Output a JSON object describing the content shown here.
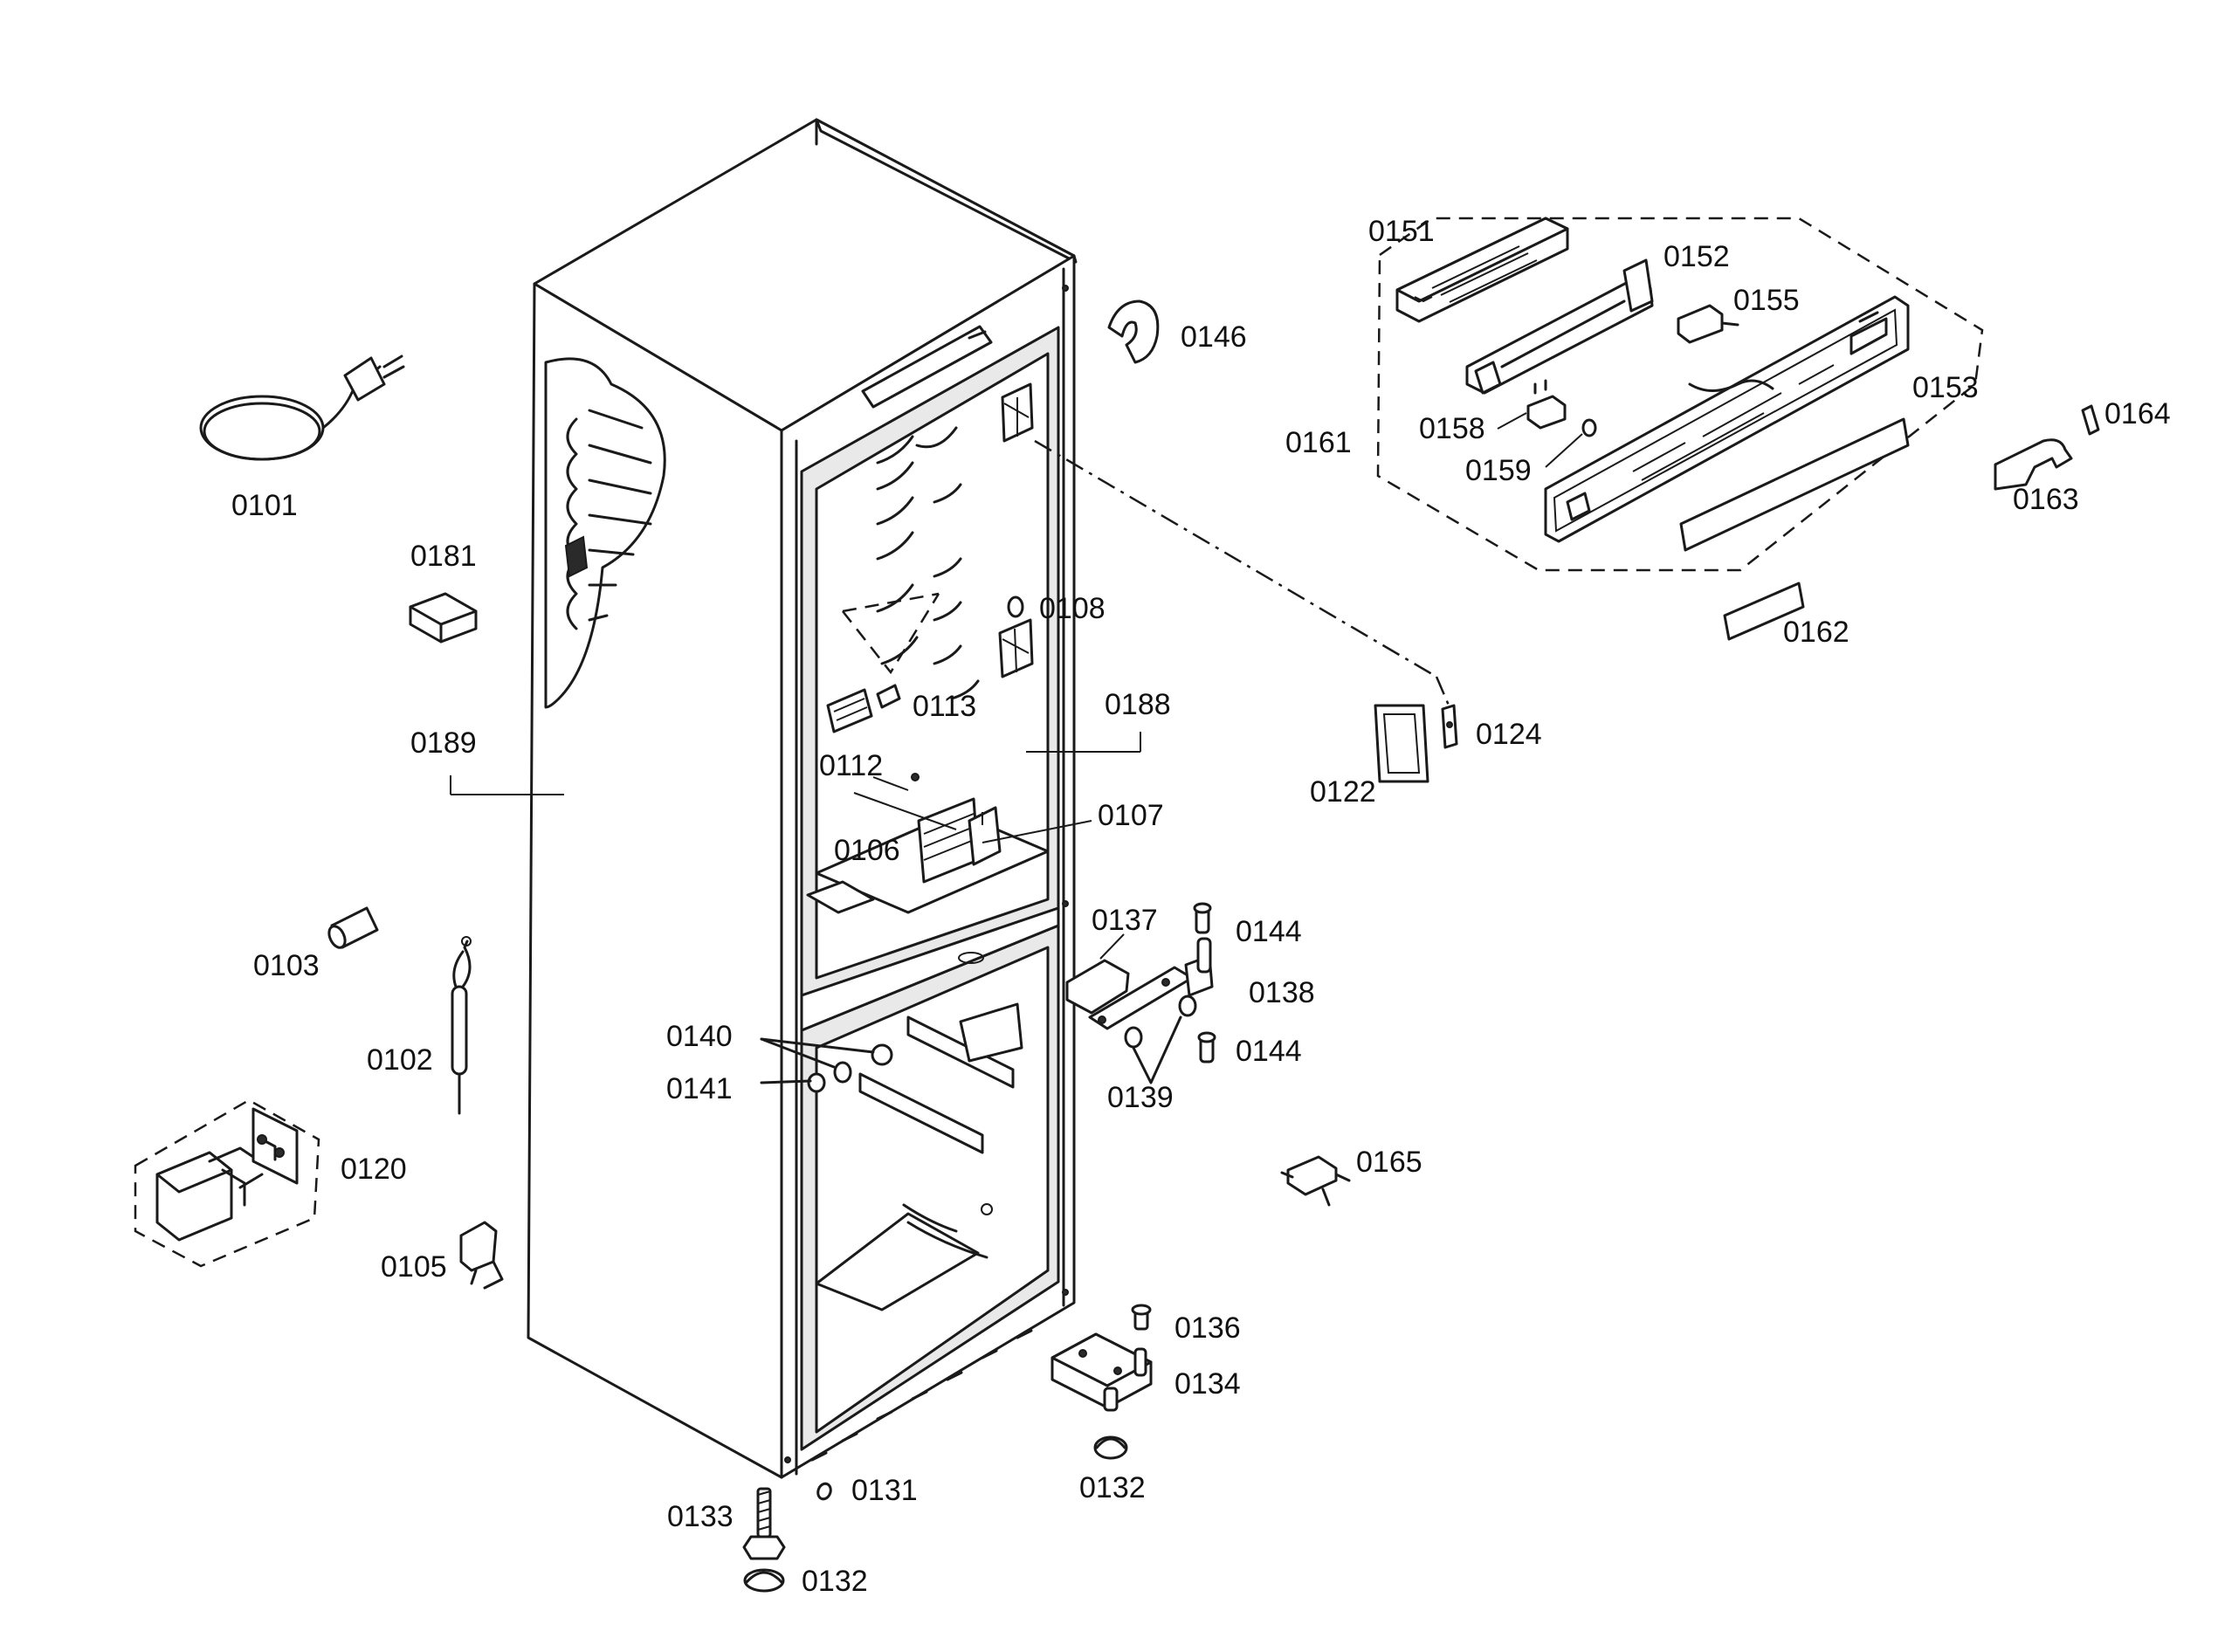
{
  "labels": {
    "p0101": "0101",
    "p0102": "0102",
    "p0103": "0103",
    "p0105": "0105",
    "p0106": "0106",
    "p0107": "0107",
    "p0108": "0108",
    "p0112": "0112",
    "p0113": "0113",
    "p0120": "0120",
    "p0122": "0122",
    "p0124": "0124",
    "p0131": "0131",
    "p0132a": "0132",
    "p0132b": "0132",
    "p0133": "0133",
    "p0134": "0134",
    "p0136": "0136",
    "p0137": "0137",
    "p0138": "0138",
    "p0139": "0139",
    "p0140": "0140",
    "p0141": "0141",
    "p0144a": "0144",
    "p0144b": "0144",
    "p0146": "0146",
    "p0151": "0151",
    "p0152": "0152",
    "p0153": "0153",
    "p0155": "0155",
    "p0158": "0158",
    "p0159": "0159",
    "p0161": "0161",
    "p0162": "0162",
    "p0163": "0163",
    "p0164": "0164",
    "p0165": "0165",
    "p0181": "0181",
    "p0188": "0188",
    "p0189": "0189"
  }
}
